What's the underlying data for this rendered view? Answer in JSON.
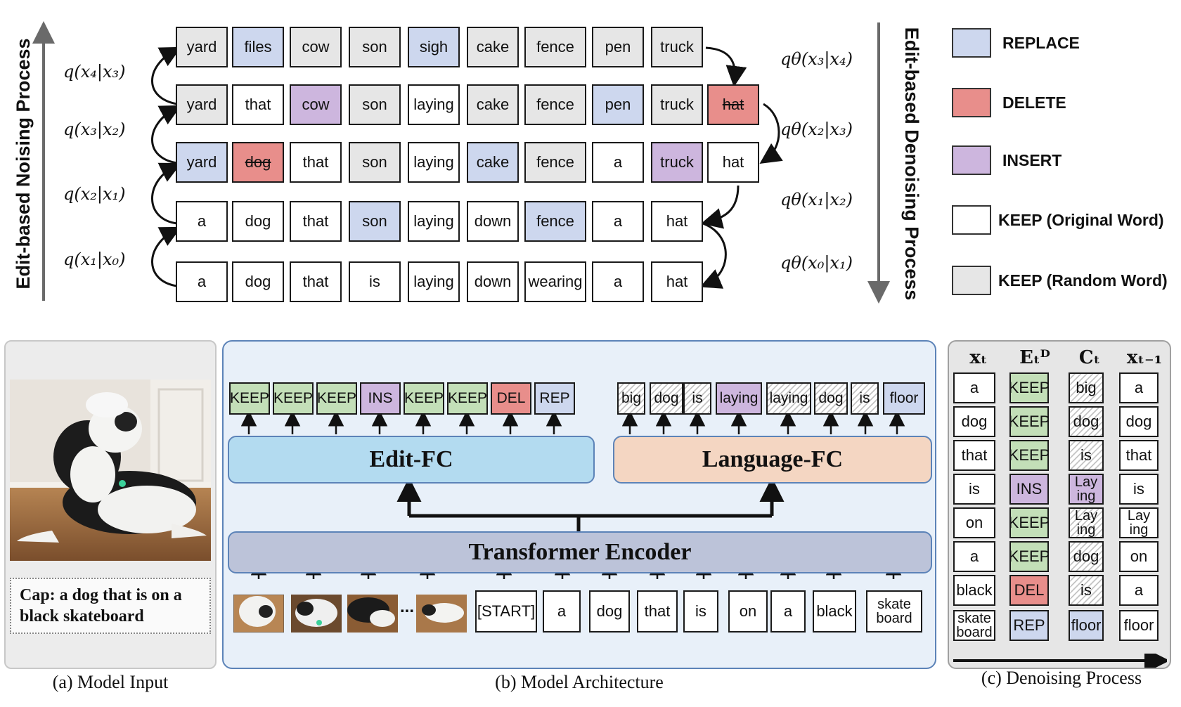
{
  "noising_label": "Edit-based Noising Process",
  "denoising_label": "Edit-based Denoising Process",
  "q_labels": [
    "q(x₄|x₃)",
    "q(x₃|x₂)",
    "q(x₂|x₁)",
    "q(x₁|x₀)"
  ],
  "qtheta_labels": [
    "qθ(x₃|x₄)",
    "qθ(x₂|x₃)",
    "qθ(x₁|x₂)",
    "qθ(x₀|x₁)"
  ],
  "rows": [
    [
      {
        "w": "yard",
        "c": "rand"
      },
      {
        "w": "files",
        "c": "rep"
      },
      {
        "w": "cow",
        "c": "rand"
      },
      {
        "w": "son",
        "c": "rand"
      },
      {
        "w": "sigh",
        "c": "rep"
      },
      {
        "w": "cake",
        "c": "rand"
      },
      {
        "w": "fence",
        "c": "rand"
      },
      {
        "w": "pen",
        "c": "rand"
      },
      {
        "w": "truck",
        "c": "rand"
      }
    ],
    [
      {
        "w": "yard",
        "c": "rand"
      },
      {
        "w": "that",
        "c": "keep"
      },
      {
        "w": "cow",
        "c": "ins"
      },
      {
        "w": "son",
        "c": "rand"
      },
      {
        "w": "laying",
        "c": "keep"
      },
      {
        "w": "cake",
        "c": "rand"
      },
      {
        "w": "fence",
        "c": "rand"
      },
      {
        "w": "pen",
        "c": "rep"
      },
      {
        "w": "truck",
        "c": "rand"
      },
      {
        "w": "hat",
        "c": "del"
      }
    ],
    [
      {
        "w": "yard",
        "c": "rep"
      },
      {
        "w": "dog",
        "c": "del"
      },
      {
        "w": "that",
        "c": "keep"
      },
      {
        "w": "son",
        "c": "rand"
      },
      {
        "w": "laying",
        "c": "keep"
      },
      {
        "w": "cake",
        "c": "rep"
      },
      {
        "w": "fence",
        "c": "rand"
      },
      {
        "w": "a",
        "c": "keep"
      },
      {
        "w": "truck",
        "c": "ins"
      },
      {
        "w": "hat",
        "c": "keep"
      }
    ],
    [
      {
        "w": "a",
        "c": "keep"
      },
      {
        "w": "dog",
        "c": "keep"
      },
      {
        "w": "that",
        "c": "keep"
      },
      {
        "w": "son",
        "c": "rep"
      },
      {
        "w": "laying",
        "c": "keep"
      },
      {
        "w": "down",
        "c": "keep"
      },
      {
        "w": "fence",
        "c": "rep"
      },
      {
        "w": "a",
        "c": "keep"
      },
      {
        "w": "hat",
        "c": "keep"
      }
    ],
    [
      {
        "w": "a",
        "c": "keep"
      },
      {
        "w": "dog",
        "c": "keep"
      },
      {
        "w": "that",
        "c": "keep"
      },
      {
        "w": "is",
        "c": "keep"
      },
      {
        "w": "laying",
        "c": "keep"
      },
      {
        "w": "down",
        "c": "keep"
      },
      {
        "w": "wearing",
        "c": "keep"
      },
      {
        "w": "a",
        "c": "keep"
      },
      {
        "w": "hat",
        "c": "keep"
      }
    ]
  ],
  "legend": [
    {
      "label": "REPLACE",
      "color": "#cdd7ee"
    },
    {
      "label": "DELETE",
      "color": "#e88e8b"
    },
    {
      "label": "INSERT",
      "color": "#cdb6de"
    },
    {
      "label": "KEEP (Original Word)",
      "color": "#ffffff"
    },
    {
      "label": "KEEP (Random Word)",
      "color": "#e6e6e6"
    }
  ],
  "panel_a": {
    "caption": "Cap:  a dog that is on a black skateboard",
    "title": "(a) Model Input"
  },
  "panel_b": {
    "title": "(b) Model Architecture",
    "edit_fc": "Edit-FC",
    "language_fc": "Language-FC",
    "encoder": "Transformer Encoder",
    "edit_ops": [
      {
        "w": "KEEP",
        "c": "green"
      },
      {
        "w": "KEEP",
        "c": "green"
      },
      {
        "w": "KEEP",
        "c": "green"
      },
      {
        "w": "INS",
        "c": "ins"
      },
      {
        "w": "KEEP",
        "c": "green"
      },
      {
        "w": "KEEP",
        "c": "green"
      },
      {
        "w": "DEL",
        "c": "del"
      },
      {
        "w": "REP",
        "c": "rep"
      }
    ],
    "lang_words": [
      {
        "w": "big",
        "c": "hatch"
      },
      {
        "w": "dog",
        "c": "hatch"
      },
      {
        "w": "is",
        "c": "hatch"
      },
      {
        "w": "laying",
        "c": "ins"
      },
      {
        "w": "laying",
        "c": "hatch"
      },
      {
        "w": "dog",
        "c": "hatch"
      },
      {
        "w": "is",
        "c": "hatch"
      },
      {
        "w": "floor",
        "c": "rep"
      }
    ],
    "dots": "...",
    "input_tokens": [
      "[START]",
      "a",
      "dog",
      "that",
      "is",
      "on",
      "a",
      "black",
      "skate board"
    ]
  },
  "panel_c": {
    "title": "(c) Denoising Process",
    "headers": [
      "xₜ",
      "Eₜᴰ",
      "Cₜ",
      "xₜ₋₁"
    ],
    "xt": [
      "a",
      "dog",
      "that",
      "is",
      "on",
      "a",
      "black",
      "skate board"
    ],
    "et": [
      {
        "w": "KEEP",
        "c": "green"
      },
      {
        "w": "KEEP",
        "c": "green"
      },
      {
        "w": "KEEP",
        "c": "green"
      },
      {
        "w": "INS",
        "c": "ins"
      },
      {
        "w": "KEEP",
        "c": "green"
      },
      {
        "w": "KEEP",
        "c": "green"
      },
      {
        "w": "DEL",
        "c": "del"
      },
      {
        "w": "REP",
        "c": "rep"
      }
    ],
    "ct": [
      {
        "w": "big",
        "c": "hatch"
      },
      {
        "w": "dog",
        "c": "hatch"
      },
      {
        "w": "is",
        "c": "hatch"
      },
      {
        "w": "Lay ing",
        "c": "ins"
      },
      {
        "w": "Lay ing",
        "c": "hatch"
      },
      {
        "w": "dog",
        "c": "hatch"
      },
      {
        "w": "is",
        "c": "hatch"
      },
      {
        "w": "floor",
        "c": "rep"
      }
    ],
    "xt1": [
      "a",
      "dog",
      "that",
      "is",
      "Lay ing",
      "on",
      "a",
      "floor"
    ]
  }
}
